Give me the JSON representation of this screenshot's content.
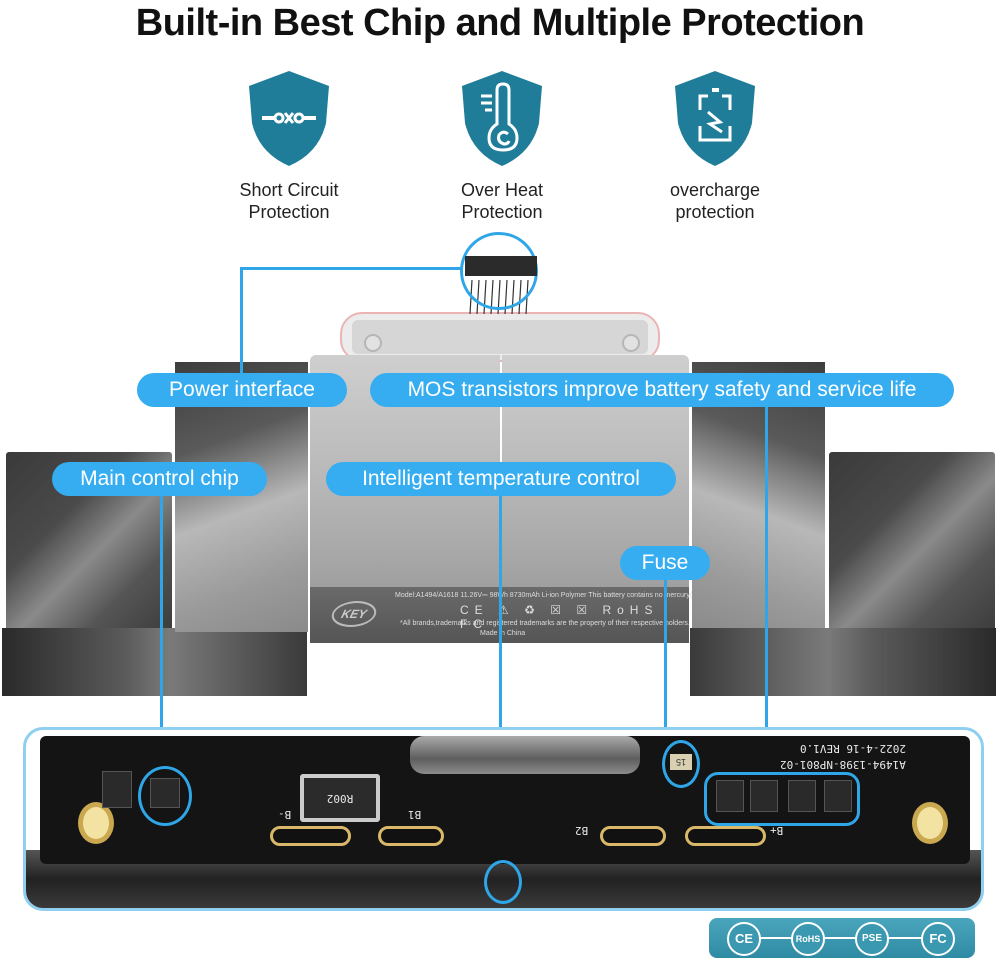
{
  "title": "Built-in Best Chip and Multiple Protection",
  "features": [
    {
      "icon": "short-circuit-icon",
      "line1": "Short Circuit",
      "line2": "Protection"
    },
    {
      "icon": "thermometer-icon",
      "line1": "Over Heat",
      "line2": "Protection"
    },
    {
      "icon": "battery-charge-icon",
      "line1": "overcharge",
      "line2": "protection"
    }
  ],
  "callouts": {
    "power_interface": "Power interface",
    "mos": "MOS transistors improve battery safety and service life",
    "main_chip": "Main control chip",
    "temperature": "Intelligent temperature control",
    "fuse": "Fuse"
  },
  "battery_label": {
    "brand": "KEY",
    "spec": "Model:A1494/A1618  11.26V⎓ 98Wh  8730mAh  Li-ion Polymer  This battery contains no mercury(Hg)",
    "marks": [
      "CE",
      "⚠",
      "♻",
      "☒",
      "☒",
      "RoHS",
      "FC"
    ],
    "disclaimer": "*All brands,trademarks and registered trademarks are  the property of their respective holders.",
    "origin": "Made in China"
  },
  "pcb": {
    "rev": "2022-4-16 REV1.0",
    "part": "A1494-1398-NP801-02",
    "inductor": "R002",
    "pads": [
      "B-",
      "B1",
      "B2",
      "B+"
    ],
    "fuse_mark": "15"
  },
  "certifications": [
    "CE",
    "RoHS",
    "PSE",
    "FC"
  ],
  "colors": {
    "accent": "#35adf0",
    "shield": "#1f7d99",
    "cert_band": "#3a98b0"
  }
}
